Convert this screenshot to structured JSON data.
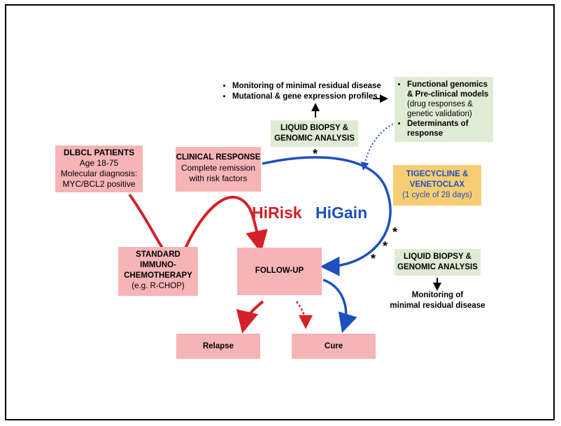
{
  "monitoring_list": [
    "Monitoring of minimal residual disease",
    "Mutational & gene expression profiles"
  ],
  "functional_box": {
    "item1_line1": "Functional genomics",
    "item1_line2": "& Pre-clinical models",
    "item1_sub1": "(drug responses &",
    "item1_sub2": "genetic validation)",
    "item2_line1": "Determinants of",
    "item2_line2": "response"
  },
  "liquid_biopsy_top": {
    "line1": "LIQUID BIOPSY  &",
    "line2": "GENOMIC ANALYSIS"
  },
  "dlbcl": {
    "title": "DLBCL PATIENTS",
    "line1": "Age 18-75",
    "line2": "Molecular diagnosis:",
    "line3": "MYC/BCL2 positive"
  },
  "clinical": {
    "title": "CLINICAL RESPONSE",
    "line1": "Complete remission",
    "line2": "with risk factors"
  },
  "drug": {
    "line1": "TIGECYCLINE &",
    "line2": "VENETOCLAX",
    "line3": "(1 cycle of 28 days)"
  },
  "hirisk": "HiRisk",
  "higain": "HiGain",
  "standard": {
    "line1": "STANDARD",
    "line2": "IMMUNO-",
    "line3": "CHEMOTHERAPY",
    "line4": "(e.g. R-CHOP)"
  },
  "followup": "FOLLOW-UP",
  "liquid_biopsy_right": {
    "line1": "LIQUID BIOPSY  &",
    "line2": "GENOMIC ANALYSIS"
  },
  "monitoring_bottom": {
    "line1": "Monitoring of",
    "line2": "minimal residual disease"
  },
  "relapse": "Relapse",
  "cure": "Cure",
  "star": "*",
  "colors": {
    "red": "#d42027",
    "blue": "#1f4fbf",
    "pink": "#f6b4b6",
    "green": "#dfecd5",
    "orange": "#f7cd73"
  }
}
